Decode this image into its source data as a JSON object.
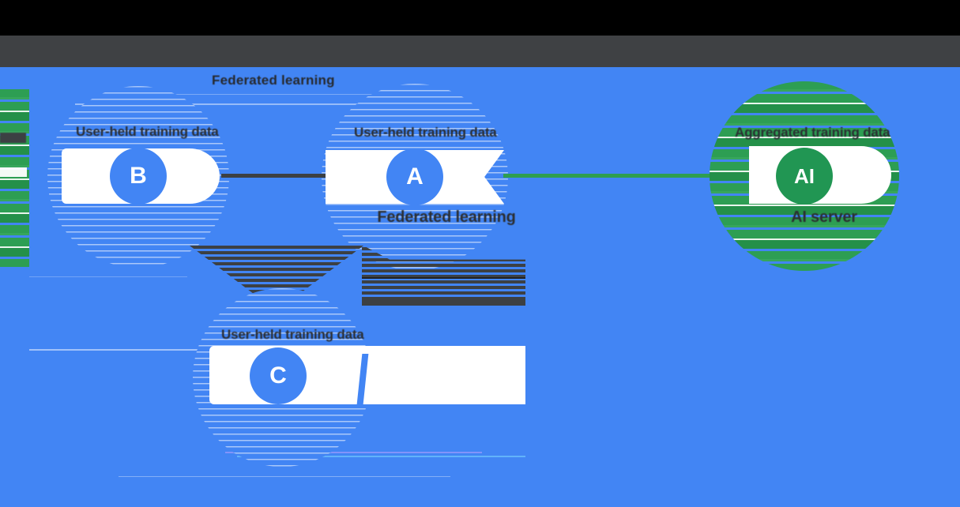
{
  "header": {
    "title": "Federated learning"
  },
  "figure": {
    "nodes": [
      {
        "letter": "B",
        "label": "User-held training data"
      },
      {
        "letter": "A",
        "label": "User-held training data"
      },
      {
        "letter": "C",
        "label": "User-held training data"
      },
      {
        "letter": "AI",
        "label": "Aggregated training data",
        "sublabel": "AI server"
      }
    ],
    "caption": "Federated learning",
    "colors": {
      "background_blue": "#4285F4",
      "node_green": "#219653",
      "stripe_green": "#34A853",
      "connector_dark": "#3C4043",
      "header_bar": "#3F4144",
      "header_top": "#000000",
      "band_white": "#FFFFFF"
    }
  }
}
